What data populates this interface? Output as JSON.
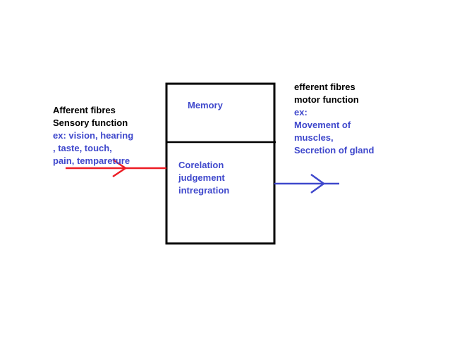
{
  "colors": {
    "box": "#000000",
    "input_arrow": "#ed1c24",
    "output_arrow": "#3f48cc",
    "label_blue": "#3f48cc",
    "label_black": "#000000"
  },
  "afferent": {
    "title": "Afferent fibres",
    "subtitle": "Sensory function",
    "examples": [
      "ex: vision, hearing",
      ", taste, touch,",
      "pain, tempareture"
    ]
  },
  "efferent": {
    "title": "efferent fibres",
    "subtitle": "motor function",
    "examples": [
      "ex:",
      "Movement of",
      "muscles,",
      "Secretion of gland"
    ]
  },
  "box": {
    "top_label": "Memory",
    "bottom_lines": [
      "Corelation",
      "judgement",
      "intregration"
    ]
  }
}
